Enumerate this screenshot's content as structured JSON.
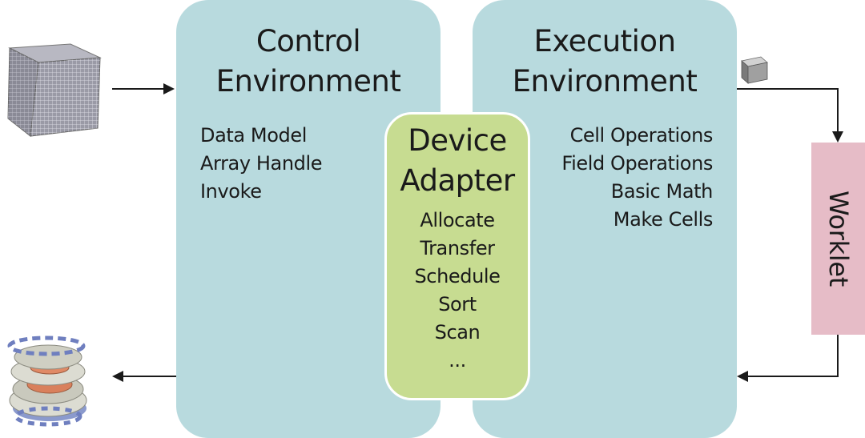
{
  "control": {
    "title_line1": "Control",
    "title_line2": "Environment",
    "items": [
      "Data Model",
      "Array Handle",
      "Invoke"
    ]
  },
  "execution": {
    "title_line1": "Execution",
    "title_line2": "Environment",
    "items": [
      "Cell Operations",
      "Field Operations",
      "Basic Math",
      "Make Cells"
    ]
  },
  "device_adapter": {
    "title_line1": "Device",
    "title_line2": "Adapter",
    "items": [
      "Allocate",
      "Transfer",
      "Schedule",
      "Sort",
      "Scan",
      "..."
    ]
  },
  "worklet": {
    "label": "Worklet"
  },
  "colors": {
    "panel": "#b8dade",
    "device_adapter": "#c7dc91",
    "worklet": "#e6bcc7",
    "arrow": "#1a1a1a"
  },
  "icons": {
    "input": "mesh-cube-icon",
    "small_cube": "small-cube-icon",
    "output": "isosurface-render-icon"
  }
}
